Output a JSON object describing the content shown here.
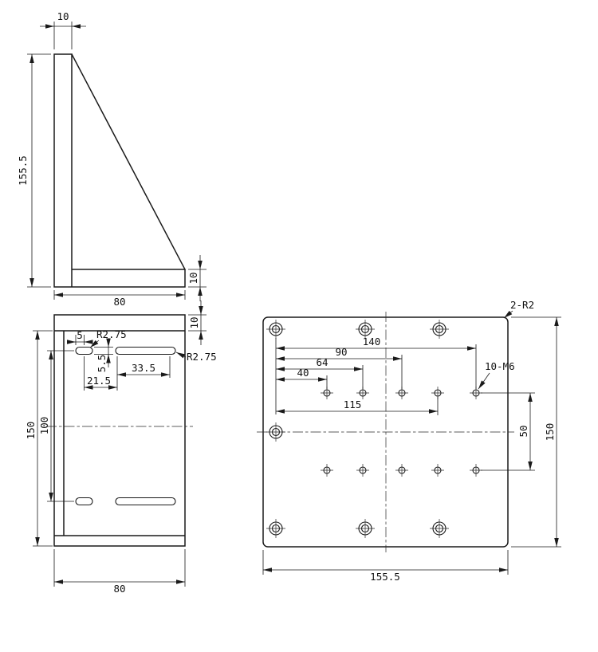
{
  "colors": {
    "ink": "#1a1a1a",
    "background": "#ffffff"
  },
  "drawing": {
    "side_view": {
      "plate_thickness": "10",
      "overall_height": "155.5",
      "base_width": "80",
      "base_thickness": "10"
    },
    "front_view": {
      "top_thickness": "10",
      "slot_offset": "5",
      "slot_radius": "R2.75",
      "slot_width": "5.5",
      "slot_length": "33.5",
      "slot_position": "21.5",
      "long_slot_radius": "R2.75",
      "overall_height": "150",
      "slot_row_spacing": "100",
      "overall_width": "80"
    },
    "top_view": {
      "corner_note": "2-R2",
      "dim_140": "140",
      "dim_90": "90",
      "dim_64": "64",
      "dim_40": "40",
      "dim_115": "115",
      "hole_note": "10-M6",
      "row_spacing": "50",
      "overall_depth": "150",
      "overall_width": "155.5"
    }
  }
}
